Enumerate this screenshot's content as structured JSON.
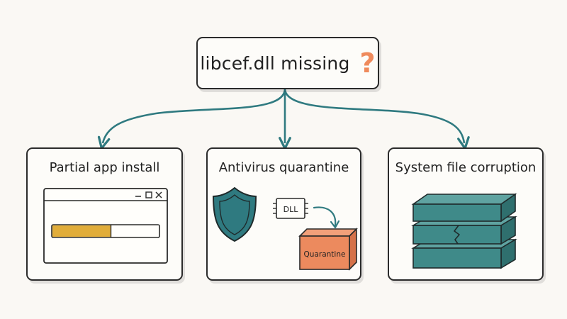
{
  "root": {
    "label": "libcef.dll missing",
    "mark": "?"
  },
  "causes": [
    {
      "title": "Partial app install"
    },
    {
      "title": "Antivirus quarantine",
      "chip_label": "DLL",
      "box_label": "Quarantine"
    },
    {
      "title": "System file corruption"
    }
  ],
  "installer": {
    "progress": 0.55
  },
  "colors": {
    "teal": "#2f7a80",
    "accent": "#ef8a5c",
    "progress": "#e1ad3a",
    "quarantine": "#ec8a5e",
    "layer": "#3f8a89"
  }
}
